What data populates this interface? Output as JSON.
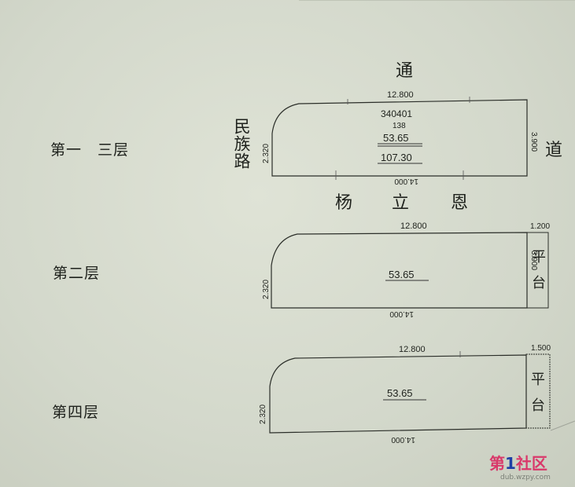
{
  "labels": {
    "top_road_char": "通",
    "right_road_char": "道",
    "left_road": "民族路",
    "neighbor": [
      "杨",
      "立",
      "恩"
    ]
  },
  "floors": [
    {
      "label": "第一　三层",
      "width_top": "12.800",
      "width_bottom": "14.000",
      "height_left": "2.320",
      "height_right": "3.900",
      "code": "340401",
      "sub_code": "138",
      "area": "53.65",
      "total_area": "107.30"
    },
    {
      "label": "第二层",
      "width_top": "12.800",
      "width_bottom": "14.000",
      "height_left": "2.320",
      "height_right": "3.900",
      "platform_width": "1.200",
      "platform_text": [
        "平",
        "台"
      ],
      "area": "53.65"
    },
    {
      "label": "第四层",
      "width_top": "12.800",
      "width_bottom": "14.000",
      "height_left": "2.320",
      "platform_width": "1.500",
      "platform_text": [
        "平",
        "台"
      ],
      "area": "53.65"
    }
  ],
  "watermark": {
    "main_left": "第",
    "main_mid": "1",
    "main_right": "社区",
    "url": "dub.wzpy.com"
  }
}
